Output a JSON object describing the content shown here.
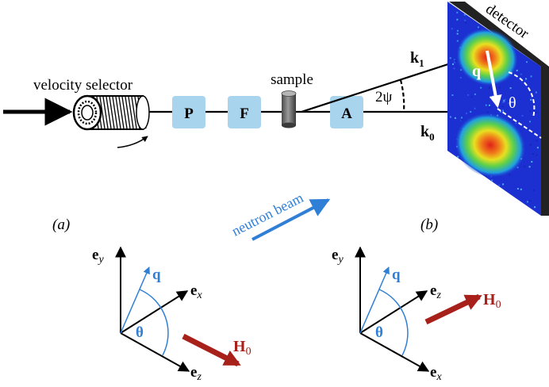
{
  "colors": {
    "beam": "#000000",
    "box_fill": "#a9d4ee",
    "blue_text": "#2f7fd6",
    "dark_red": "#a8201a",
    "detector_bg": "#1c2fd0"
  },
  "labels": {
    "velocity_selector": "velocity selector",
    "polarizer": "P",
    "flipper": "F",
    "sample": "sample",
    "analyzer": "A",
    "angle": "2ψ",
    "k1_main": "k",
    "k1_sub": "1",
    "k0_main": "k",
    "k0_sub": "0",
    "q": "q",
    "theta": "θ",
    "detector": "detector",
    "neutron_beam": "neutron beam",
    "panel_a": "(a)",
    "panel_b": "(b)"
  },
  "panel_a": {
    "ey_main": "e",
    "ey_sub": "y",
    "ex_main": "e",
    "ex_sub": "x",
    "ez_main": "e",
    "ez_sub": "z",
    "q": "q",
    "theta": "θ",
    "h_main": "H",
    "h_sub": "0"
  },
  "panel_b": {
    "ey_main": "e",
    "ey_sub": "y",
    "ez_main": "e",
    "ez_sub": "z",
    "ex_main": "e",
    "ex_sub": "x",
    "q": "q",
    "theta": "θ",
    "h_main": "H",
    "h_sub": "0"
  }
}
